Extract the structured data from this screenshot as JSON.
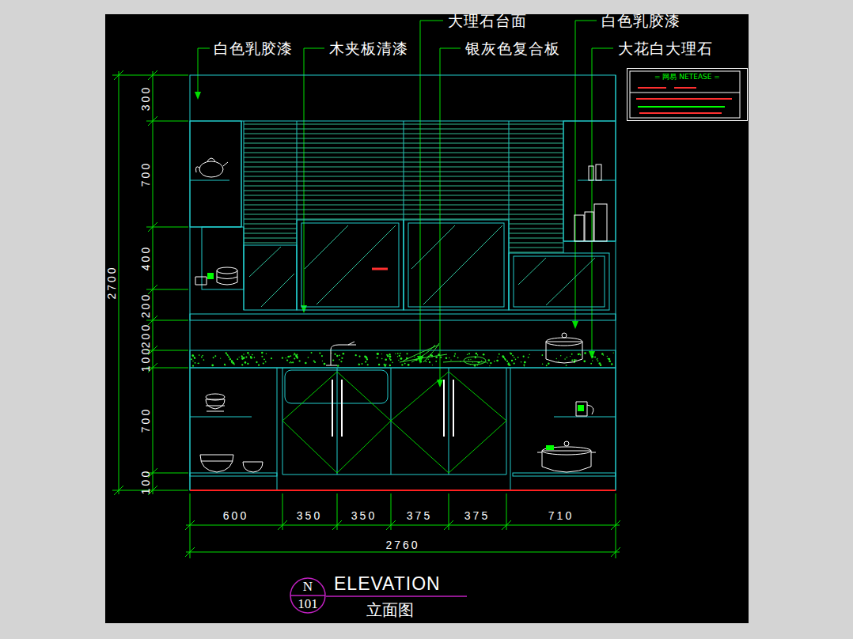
{
  "diagram": {
    "title": "ELEVATION",
    "caption": "立面图",
    "nodes": [
      {
        "text": [
          "= 网易 NETEASE ="
        ]
      },
      {
        "text": [
          "N",
          "101"
        ]
      }
    ],
    "labels": [
      "白色乳胶漆",
      "木夹板清漆",
      "大理石台面",
      "银灰色复合板",
      "白色乳胶漆",
      "大花白大理石",
      "300",
      "700",
      "400",
      "200",
      "200",
      "100",
      "700",
      "100",
      "2700",
      "600",
      "350",
      "350",
      "375",
      "375",
      "710",
      "2760"
    ]
  }
}
